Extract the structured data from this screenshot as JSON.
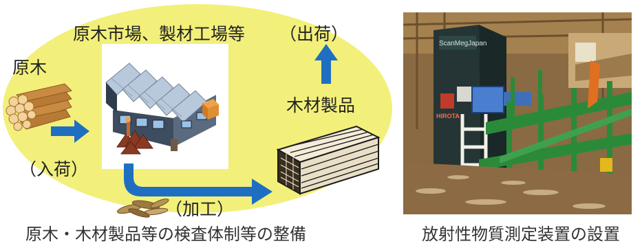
{
  "diagram": {
    "facility_label": "原木市場、製材工場等",
    "logs_label": "原木",
    "incoming_label": "（入荷）",
    "shipping_label": "（出荷）",
    "products_label": "木材製品",
    "processing_label": "（加工）",
    "caption": "原木・木材製品等の検査体制等の整備",
    "colors": {
      "ellipse": "#F2F07A",
      "arrow": "#1E6FC2"
    }
  },
  "photo": {
    "sign_text": "ScanMegJapan",
    "brand_text": "HIROTA",
    "caption": "放射性物質測定装置の設置"
  }
}
